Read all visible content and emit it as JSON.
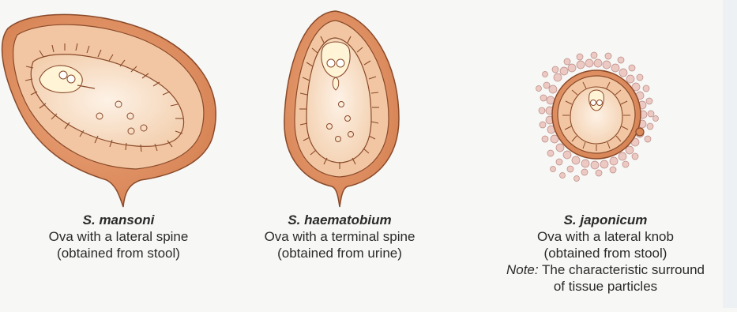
{
  "figures": [
    {
      "key": "mansoni",
      "name": "S.  mansoni",
      "lines": [
        "Ova with a lateral spine",
        "(obtained from stool)"
      ]
    },
    {
      "key": "haematobium",
      "name": "S. haematobium",
      "lines": [
        "Ova with a terminal spine",
        "(obtained from urine)"
      ]
    },
    {
      "key": "japonicum",
      "name": "S.  japonicum",
      "lines": [
        "Ova with a lateral knob",
        "(obtained from stool)"
      ],
      "note_label": "Note:",
      "note_text": " The characteristic surround",
      "note_text_2": "of tissue particles"
    }
  ],
  "colors": {
    "shell_outer": "#d9895a",
    "shell_mid": "#eaa57b",
    "shell_inner": "#f6dcc4",
    "outline": "#8a4a2a",
    "embryo_fill": "#fbe8d6",
    "embryo_head": "#fff6d8",
    "particles": "#e8c6c0"
  }
}
